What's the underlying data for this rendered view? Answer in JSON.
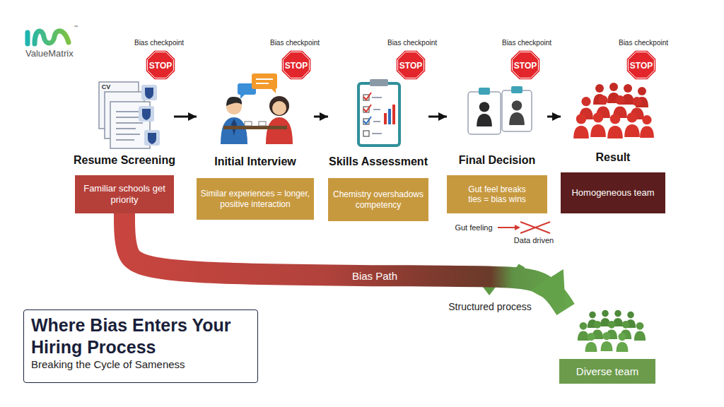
{
  "diagram": {
    "title": "Where Bias Enters Your Hiring Process",
    "caption": "Breaking the Cycle of Sameness",
    "nodes": [
      {
        "text": [
          "Resume Screening",
          "Familiar schools get priority"
        ]
      },
      {
        "text": [
          "Initial Interview",
          "Similar experiences = longer, positive interaction"
        ]
      },
      {
        "text": [
          "Skills Assessment",
          "Chemistry overshadows competency"
        ]
      },
      {
        "text": [
          "Final Decision",
          "Gut feel breaks ties = bias wins"
        ]
      },
      {
        "text": [
          "Result",
          "Homogeneous team"
        ]
      },
      {
        "text": [
          "Diverse team"
        ]
      }
    ],
    "edges": [
      {
        "from": 0,
        "to": 1,
        "arrow": "to"
      },
      {
        "from": 1,
        "to": 2,
        "arrow": "to"
      },
      {
        "from": 2,
        "to": 3,
        "arrow": "to"
      },
      {
        "from": 3,
        "to": 4,
        "arrow": "to"
      },
      {
        "from": 0,
        "to": 5,
        "label": "Bias Path",
        "arrow": "to"
      }
    ],
    "labels": [
      "ValueMatrix",
      "™",
      "Bias checkpoint",
      "STOP",
      "Bias checkpoint",
      "STOP",
      "Bias checkpoint",
      "STOP",
      "Bias checkpoint",
      "STOP",
      "Bias checkpoint",
      "STOP",
      "CV",
      "Gut feeling",
      "Data driven",
      "Structured process"
    ]
  }
}
